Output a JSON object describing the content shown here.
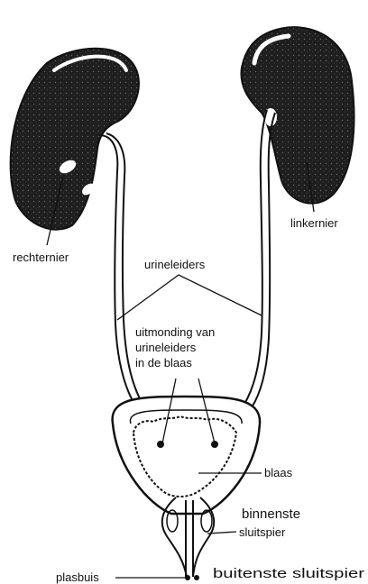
{
  "labels": {
    "right_kidney": "rechternier",
    "left_kidney": "linkernier",
    "ureters": "urineleiders",
    "ureter_opening_line1": "uitmonding van",
    "ureter_opening_line2": "urineleiders",
    "ureter_opening_line3": "in de blaas",
    "bladder": "blaas",
    "inner_sphincter_line1": "binnenste",
    "inner_sphincter_line2": "sluitspier",
    "urethra": "plasbuis",
    "outer_sphincter": "buitenste sluitspier"
  },
  "colors": {
    "ink": "#111111",
    "paper": "#ffffff",
    "kidney_fill": "#1e1e1e"
  }
}
